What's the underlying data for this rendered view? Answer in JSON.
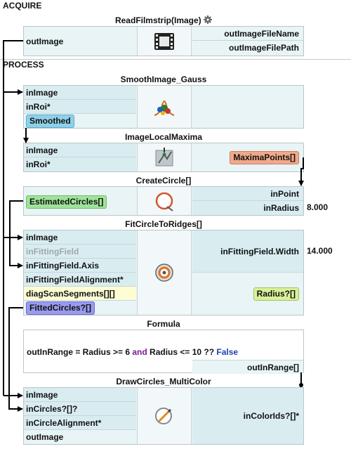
{
  "sections": {
    "acquire": "ACQUIRE",
    "process": "PROCESS"
  },
  "blocks": {
    "readFilmstrip": {
      "title": "ReadFilmstrip(Image)",
      "icon": "filmstrip-icon",
      "outputs_left": [
        "outImage"
      ],
      "outputs_right": [
        "outImageFileName",
        "outImageFilePath"
      ]
    },
    "smoothGauss": {
      "title": "SmoothImage_Gauss",
      "icon": "gauss-smoothing-icon",
      "inputs": [
        "inImage",
        "inRoi*"
      ],
      "label": "Smoothed"
    },
    "localMaxima": {
      "title": "ImageLocalMaxima",
      "icon": "local-maxima-icon",
      "inputs": [
        "inImage",
        "inRoi*"
      ],
      "output": "MaximaPoints[]"
    },
    "createCircle": {
      "title": "CreateCircle[]",
      "icon": "circle-icon",
      "output_left": "EstimatedCircles[]",
      "inputs_right": [
        "inPoint",
        "inRadius"
      ],
      "radius_value": "8.000"
    },
    "fitCircle": {
      "title": "FitCircleToRidges[]",
      "icon": "ridge-fit-icon",
      "inputs": [
        "inImage",
        "inFittingField",
        "inFittingField.Axis",
        "inFittingFieldAlignment*"
      ],
      "diag": "diagScanSegments[][]",
      "output_left": "FittedCircles?[]",
      "width_label": "inFittingField.Width",
      "width_value": "14.000",
      "output_right": "Radius?[]"
    },
    "formula": {
      "title": "Formula",
      "expr_part1": "outInRange = Radius >= 6 ",
      "expr_and": "and",
      "expr_part2": " Radius <= 10 ?? ",
      "expr_false": "False",
      "output": "outInRange[]"
    },
    "drawCircles": {
      "title": "DrawCircles_MultiColor",
      "icon": "draw-circle-icon",
      "inputs": [
        "inImage",
        "inCircles?[]?",
        "inCircleAlignment*",
        "outImage"
      ],
      "color_input": "inColorIds?[]*"
    }
  },
  "colors": {
    "box_bg": "#e8f4f6",
    "row_bg": "#d9edf1",
    "wire": "#000000",
    "green_tag": "#9fe39a",
    "blue_tag": "#8fd0e8",
    "orange_tag": "#f0a98a",
    "lime_tag": "#d9f09a",
    "violet_tag": "#9a9aee"
  }
}
